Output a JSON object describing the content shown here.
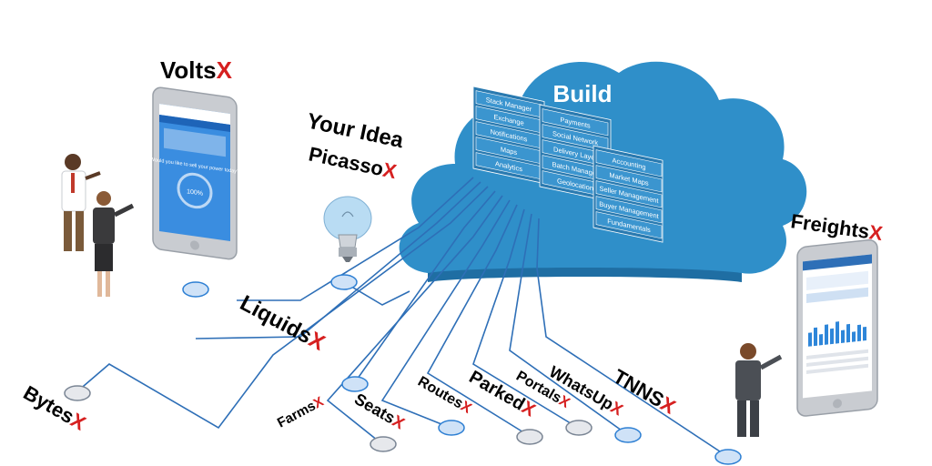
{
  "cloud": {
    "title": "Build",
    "columns": [
      {
        "items": [
          "Stack Manager",
          "Exchange",
          "Notifications",
          "Maps",
          "Analytics"
        ]
      },
      {
        "items": [
          "Payments",
          "Social Network",
          "Delivery Layer",
          "Batch Manager",
          "Geolocation"
        ]
      },
      {
        "items": [
          "Accounting",
          "Market Maps",
          "Seller Management",
          "Buyer Management",
          "Fundamentals"
        ]
      }
    ]
  },
  "idea": {
    "line1": "Your Idea",
    "line2": "Picasso"
  },
  "products": {
    "volts": "Volts",
    "freights": "Freights",
    "liquids": "Liquids",
    "bytes": "Bytes",
    "farms": "Farms",
    "seats": "Seats",
    "routes": "Routes",
    "parked": "Parked",
    "portals": "Portals",
    "whatsup": "WhatsUp",
    "tnns": "TNNS"
  },
  "x_mark": "X",
  "volts_phone": {
    "question": "Would you like to sell your power today?",
    "percent": "100%"
  },
  "colors": {
    "cloud": "#2f8fc9",
    "cloud_dark": "#1f6ea3",
    "x_red": "#d62020",
    "wire": "#2e6fb7"
  }
}
